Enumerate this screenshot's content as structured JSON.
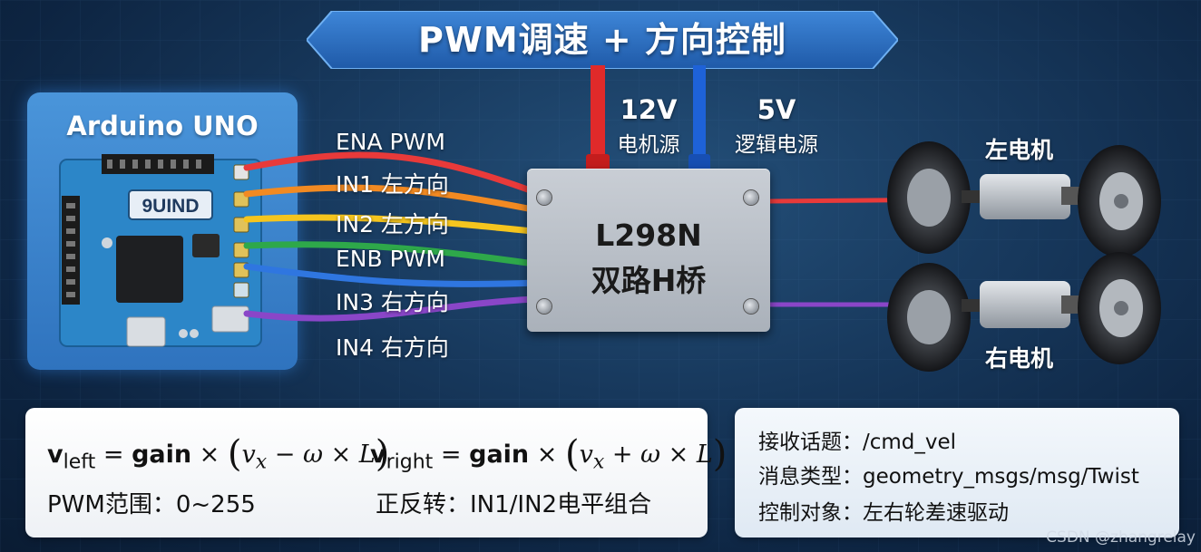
{
  "title": "PWM调速 + 方向控制",
  "arduino": {
    "title": "Arduino UNO",
    "chip_label": "9UIND"
  },
  "wires": [
    {
      "label": "ENA PWM",
      "color": "#e83a3a"
    },
    {
      "label": "IN1 左方向",
      "color": "#f28a22"
    },
    {
      "label": "IN2 左方向",
      "color": "#f5c51e"
    },
    {
      "label": "ENB PWM",
      "color": "#2ea84a"
    },
    {
      "label": "IN3 右方向",
      "color": "#2f76e0"
    },
    {
      "label": "IN4 右方向",
      "color": "#8a46c8"
    }
  ],
  "power": {
    "v12": {
      "value": "12V",
      "desc": "电机源",
      "color": "#e02a2a"
    },
    "v5": {
      "value": "5V",
      "desc": "逻辑电源",
      "color": "#1e62d8"
    }
  },
  "driver": {
    "line1": "L298N",
    "line2": "双路H桥"
  },
  "motors": {
    "left": "左电机",
    "right": "右电机"
  },
  "formulas": {
    "left_sym": "v",
    "left_sub": "left",
    "right_sym": "v",
    "right_sub": "right",
    "gain": "gain",
    "left_expr": "v",
    "left_expr_sub": "x",
    "left_minus": " − ω × L",
    "right_plus": " + ω × L",
    "pwm_range": "PWM范围：0~255",
    "direction": "正反转：IN1/IN2电平组合"
  },
  "topic": {
    "row1": "接收话题：/cmd_vel",
    "row2": "消息类型：geometry_msgs/msg/Twist",
    "row3": "控制对象：左右轮差速驱动"
  },
  "watermark": "CSDN @zhangrelay"
}
